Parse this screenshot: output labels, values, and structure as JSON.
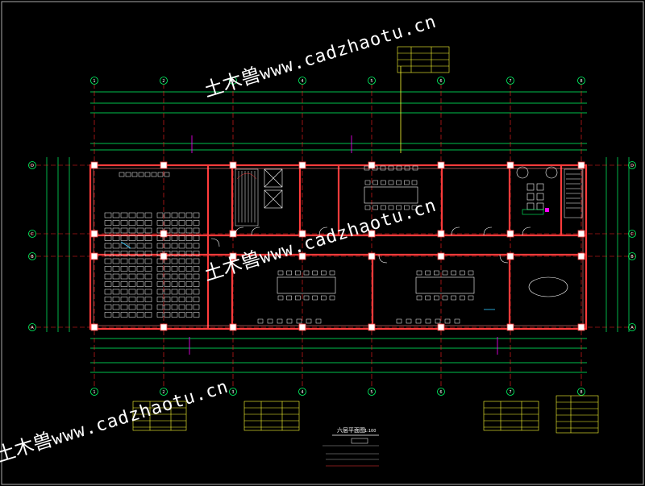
{
  "watermark": {
    "cjk": "土木兽",
    "url_top": "www.cadzhaotu.cn",
    "url_mid": "www.cadzhaotu.cn",
    "url_bottom": "www.cadzhaotu.cn"
  },
  "grid": {
    "columns": [
      "1",
      "2",
      "3",
      "4",
      "5",
      "6",
      "7",
      "8"
    ],
    "rows": [
      "D",
      "C",
      "B",
      "A"
    ]
  },
  "title": {
    "drawing_title": "六层平面图",
    "scale": "1:100"
  },
  "colors": {
    "background": "#000000",
    "wall": "#ff3b3b",
    "grid_line": "#ff2020",
    "dimension": "#00ff66",
    "furniture": "#ffffff",
    "magenta": "#ff00ff",
    "yellow": "#ffff33",
    "cyan": "#33ccff"
  }
}
